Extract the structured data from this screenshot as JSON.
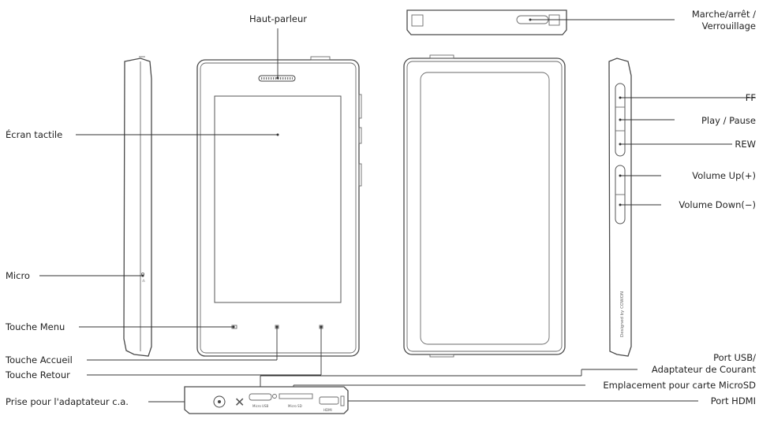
{
  "labels": {
    "speaker": "Haut-parleur",
    "power": "Marche/arrêt /",
    "lock": "Verrouillage",
    "touchscreen": "Écran tactile",
    "ff": "FF",
    "play_pause": "Play / Pause",
    "rew": "REW",
    "volume_up": "Volume Up(+)",
    "volume_down": "Volume Down(−)",
    "micro": "Micro",
    "menu_key": "Touche Menu",
    "home_key": "Touche Accueil",
    "back_key": "Touche Retour",
    "usb_port_1": "Port USB/",
    "usb_port_2": "Adaptateur de Courant",
    "microsd_slot": "Emplacement pour carte MicroSD",
    "ac_jack": "Prise pour l'adaptateur c.a.",
    "hdmi_port": "Port HDMI"
  },
  "device_markings": {
    "side_brand": "Designed by COWON",
    "port_micro_usb": "Micro USB",
    "port_micro_sd": "Micro SD",
    "port_hdmi": "HDMI"
  }
}
